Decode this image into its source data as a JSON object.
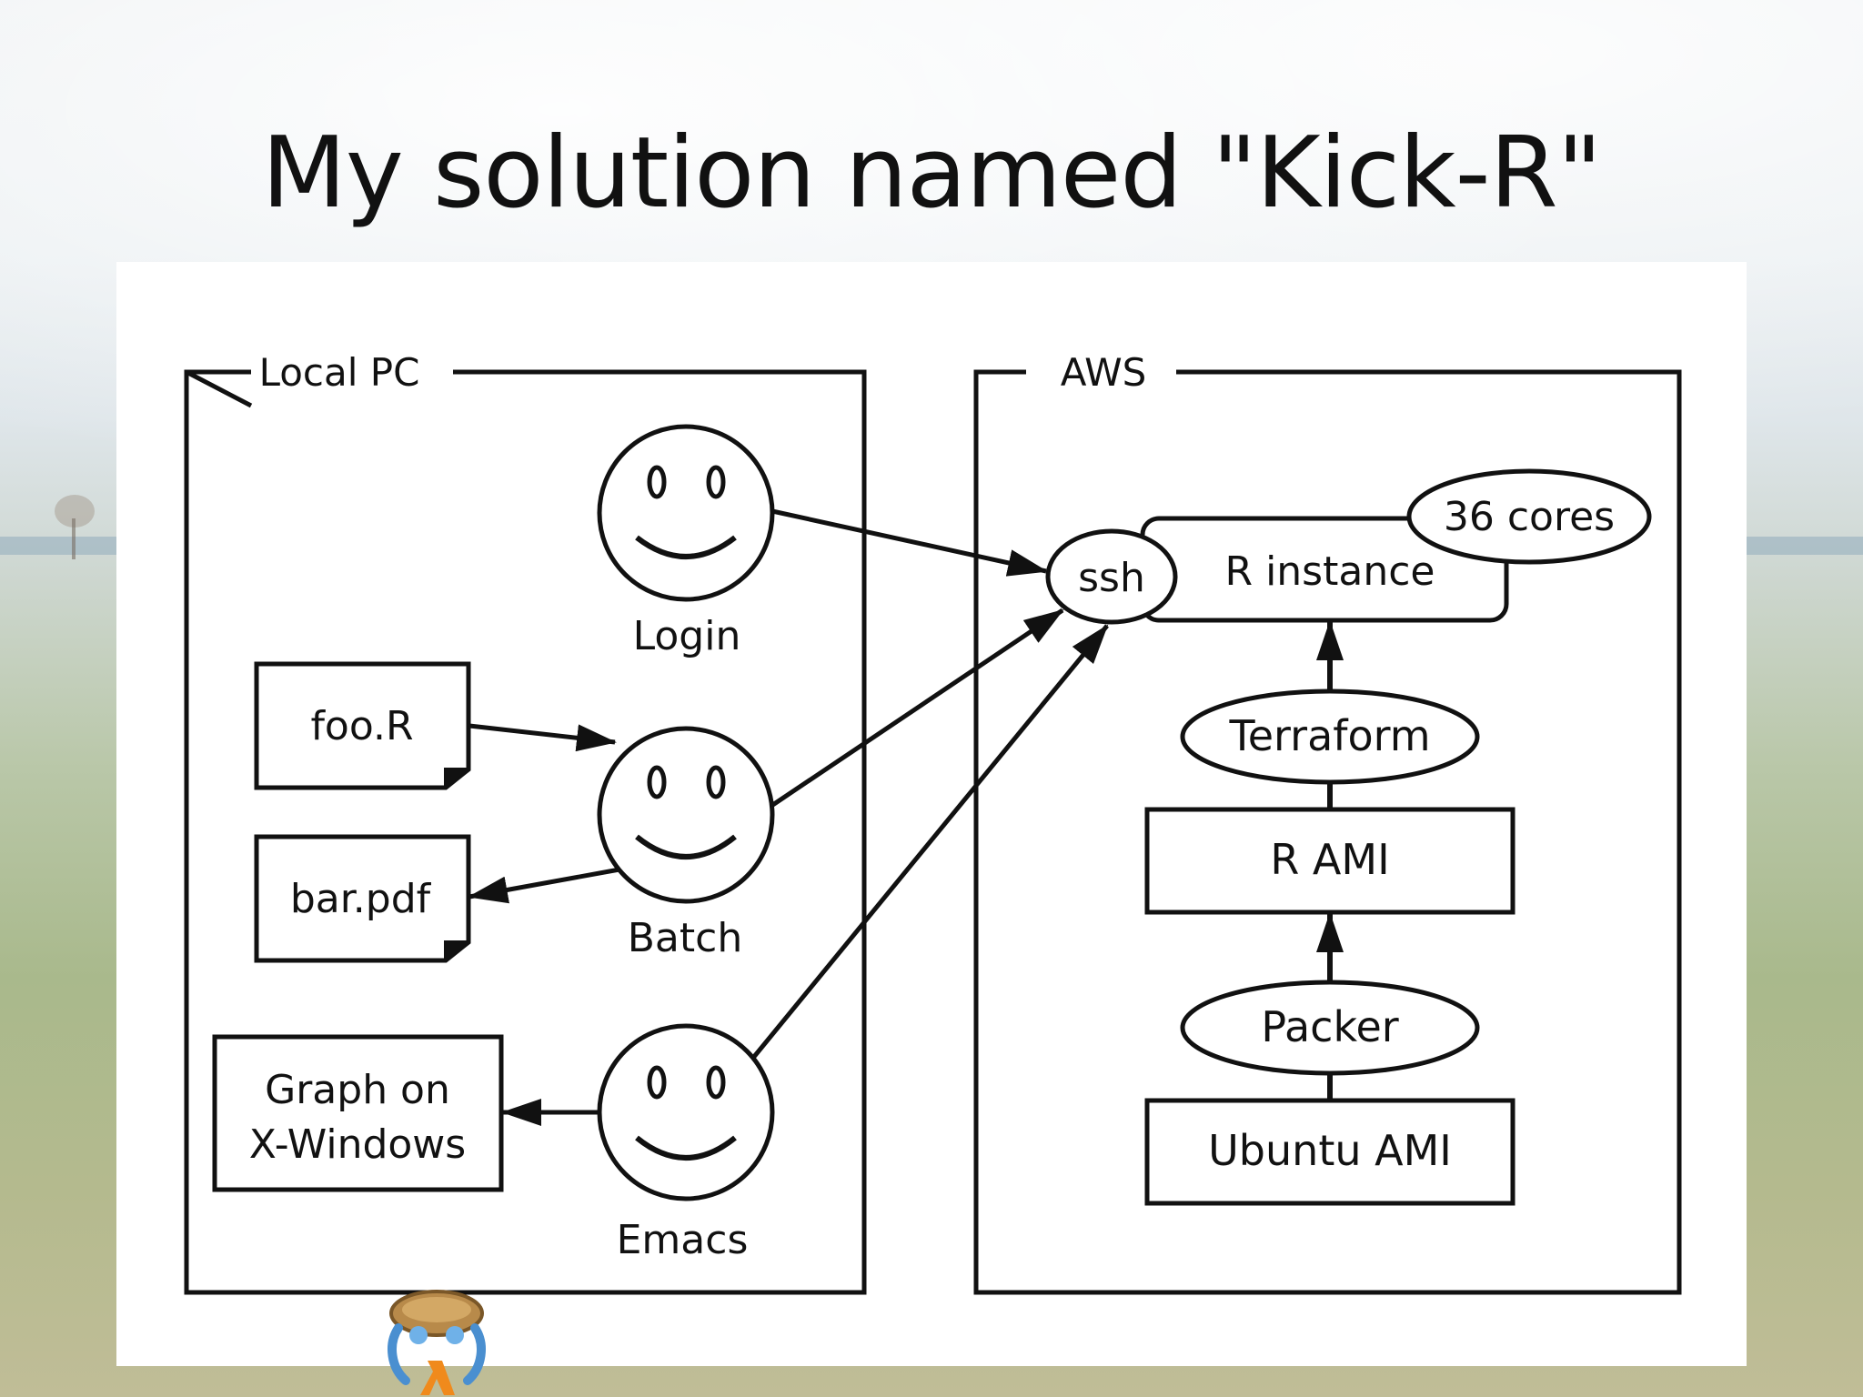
{
  "slide": {
    "title": "My solution named \"Kick-R\""
  },
  "diagram": {
    "groups": {
      "local_pc": "Local PC",
      "aws": "AWS"
    },
    "actors": {
      "login": "Login",
      "batch": "Batch",
      "emacs": "Emacs"
    },
    "files": {
      "foo_r": "foo.R",
      "bar_pdf": "bar.pdf"
    },
    "graph_box": {
      "line1": "Graph on",
      "line2": "X-Windows"
    },
    "aws_nodes": {
      "ssh": "ssh",
      "r_instance": "R instance",
      "cores": "36 cores",
      "terraform": "Terraform",
      "r_ami": "R AMI",
      "packer": "Packer",
      "ubuntu_ami": "Ubuntu AMI"
    }
  },
  "colors": {
    "stroke": "#111111",
    "panel": "#ffffff"
  },
  "logo": {
    "icon": "rstudio-turtle-lambda-logo"
  }
}
